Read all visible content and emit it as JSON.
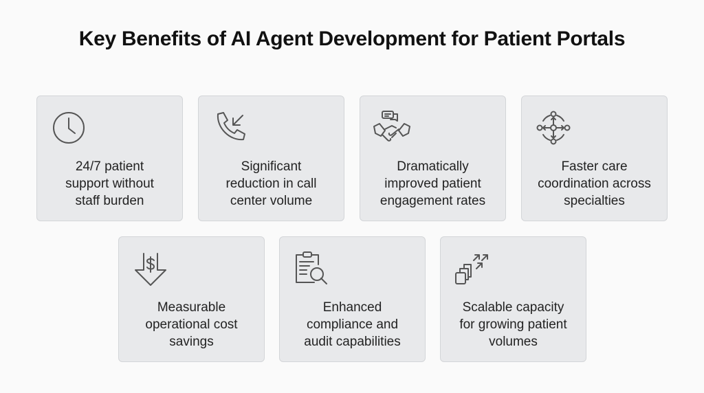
{
  "title": "Key Benefits of AI Agent Development for Patient Portals",
  "cards": [
    {
      "icon": "clock-icon",
      "lines": [
        "24/7 patient",
        "support without",
        "staff burden"
      ]
    },
    {
      "icon": "phone-incoming-icon",
      "lines": [
        "Significant",
        "reduction in call",
        "center volume"
      ]
    },
    {
      "icon": "handshake-chat-icon",
      "lines": [
        "Dramatically",
        "improved patient",
        "engagement rates"
      ]
    },
    {
      "icon": "coordination-network-icon",
      "lines": [
        "Faster care",
        "coordination across",
        "specialties"
      ]
    },
    {
      "icon": "dollar-down-arrow-icon",
      "lines": [
        "Measurable",
        "operational cost",
        "savings"
      ]
    },
    {
      "icon": "clipboard-search-icon",
      "lines": [
        "Enhanced",
        "compliance and",
        "audit capabilities"
      ]
    },
    {
      "icon": "scale-up-icon",
      "lines": [
        "Scalable capacity",
        "for growing patient",
        "volumes"
      ]
    }
  ]
}
